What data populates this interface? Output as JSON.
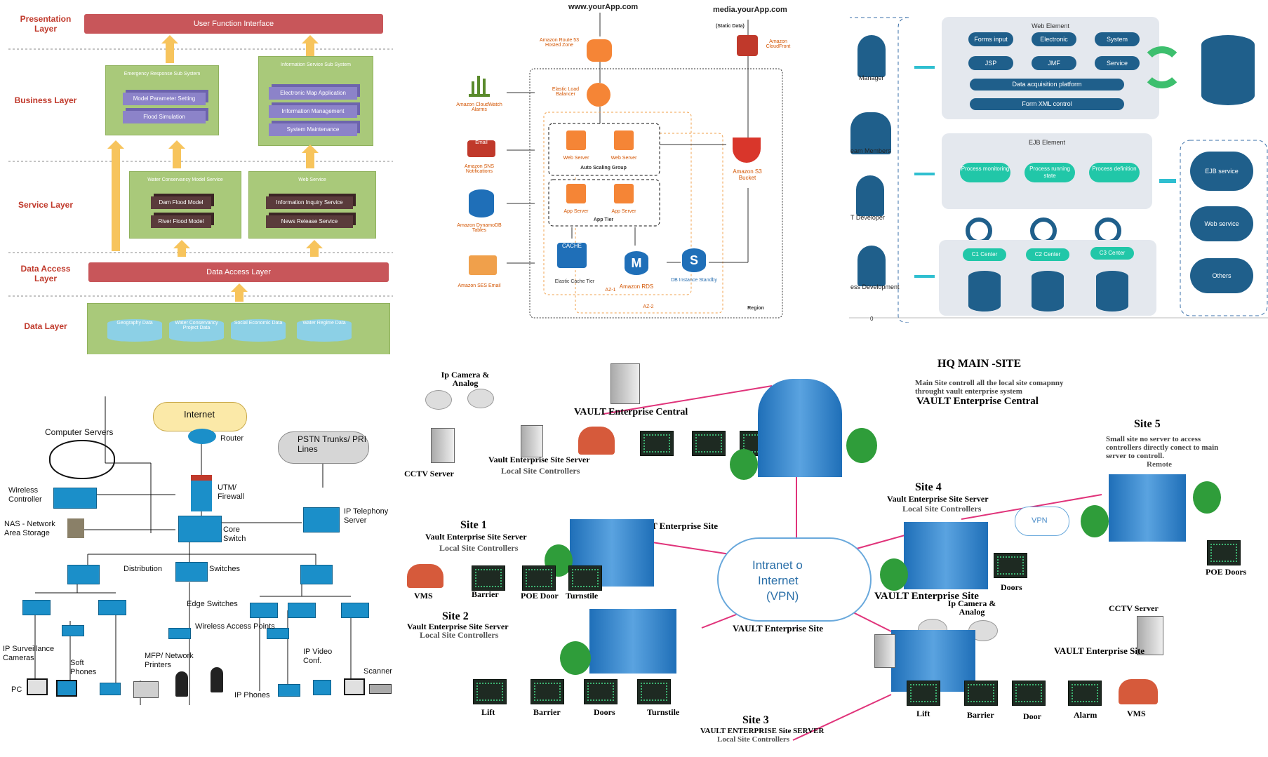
{
  "layered": {
    "layers": [
      "Presentation Layer",
      "Business Layer",
      "Service Layer",
      "Data Access Layer",
      "Data Layer"
    ],
    "ui_bar": "User Function Interface",
    "data_access_bar": "Data Access Layer",
    "emergency": {
      "title": "Emergency Response Sub System",
      "items": [
        "Model Parameter Setting",
        "Flood Simulation"
      ]
    },
    "info_service": {
      "title": "Information Service Sub System",
      "items": [
        "Electronic Map Application",
        "Information Management",
        "System Maintenance"
      ]
    },
    "water_model": {
      "title": "Water Conservancy Model Service",
      "items": [
        "Dam Flood Model",
        "River Flood Model"
      ]
    },
    "web_service": {
      "title": "Web Service",
      "items": [
        "Information Inquiry Service",
        "News Release Service"
      ]
    },
    "data_items": [
      "Geography Data",
      "Water Conservancy Project Data",
      "Social Economic Data",
      "Water Regime Data"
    ]
  },
  "aws": {
    "app_url": "www.yourApp.com",
    "media_url": "media.yourApp.com",
    "static": "(Static Data)",
    "route53": "Amazon Route 53 Hosted Zone",
    "cloudfront": "Amazon CloudFront",
    "elb": "Elastic Load Balancer",
    "web_server": "Web Server",
    "asg": "Auto Scaling Group",
    "app_server": "App Server",
    "app_tier": "App Tier",
    "cache": "CACHE",
    "cache_tier": "Elastic Cache Tier",
    "rds": "Amazon RDS",
    "db_standby": "DB Instance Standby",
    "s3": "Amazon S3 Bucket",
    "az1": "AZ-1",
    "az2": "AZ-2",
    "region": "Region",
    "side": [
      "Amazon CloudWatch Alarms",
      "Amazon SNS Notifications",
      "Amazon DynamoDB Tables",
      "Amazon SES Email"
    ],
    "email": "Email"
  },
  "ejb": {
    "people": [
      "Manager",
      "eam Members",
      "T Developer",
      "ess Development"
    ],
    "web_element": "Web Element",
    "web_pills": [
      "Forms input",
      "Electronic",
      "System",
      "JSP",
      "JMF",
      "Service"
    ],
    "acq": "Data acquisition platform",
    "xml": "Form XML control",
    "ejb_element": "EJB Element",
    "process": [
      "Process monitoring",
      "Process running state",
      "Process definition"
    ],
    "centers": [
      "C1 Center",
      "C2 Center",
      "C3 Center"
    ],
    "services": [
      "EJB service",
      "Web service",
      "Others"
    ],
    "zero": "0"
  },
  "network": {
    "internet": "Internet",
    "computer_servers": "Computer Servers",
    "router": "Router",
    "pstn": "PSTN Trunks/ PRI Lines",
    "wireless": "Wireless Controller",
    "utm": "UTM/ Firewall",
    "nas": "NAS - Network Area Storage",
    "core": "Core Switch",
    "ip_tel": "IP Telephony Server",
    "distribution": "Distribution",
    "switches": "Switches",
    "edge": "Edge Switches",
    "wap": "Wireless Access Points",
    "ip_surv": "IP Surveillance Cameras",
    "soft": "Soft Phones",
    "mfp": "MFP/ Network Printers",
    "ip_video": "IP Video Conf.",
    "scanner": "Scanner",
    "pc": "PC",
    "ip_phones": "IP Phones"
  },
  "vault": {
    "ipcam1": "Ip Camera & Analog",
    "cctv1": "CCTV Server",
    "central": "VAULT Enterprise Central",
    "site_server": "Vault Enterprise Site Server",
    "local_ctrl": "Local Site Controllers",
    "hq_title": "HQ MAIN -SITE",
    "hq_desc1": "Main Site controll all the local site comapnny",
    "hq_desc2": "throught vault enterprise system",
    "hq_central": "VAULT Enterprise Central",
    "site5": "Site 5",
    "site5_desc1": "Small site no server to access",
    "site5_desc2": "controllers directly conect to main",
    "site5_desc3": "server to controll.",
    "remote": "Remote",
    "site4": "Site 4",
    "site4_server": "Vault Enterprise Site Server",
    "site4_local": "Local Site Controllers",
    "vpn": "VPN",
    "poe_doors": "POE Doors",
    "site1": "Site 1",
    "site1_server": "Vault Enterprise Site Server",
    "site1_local": "Local Site Controllers",
    "ves1": "VAULT Enterprise Site",
    "cloud": [
      "Intranet o",
      "Internet",
      "(VPN)"
    ],
    "site1_devices": [
      "VMS",
      "Barrier",
      "POE Door",
      "Turnstile"
    ],
    "doors": "Doors",
    "ves4": "VAULT Enterprise Site",
    "site2": "Site 2",
    "site2_server": "Vault Enterprise Site Server",
    "site2_local": "Local Site Controllers",
    "ves2": "VAULT Enterprise Site",
    "ipcam2": "Ip Camera & Analog",
    "cctv2": "CCTV Server",
    "ves3": "VAULT Enterprise Site",
    "site2_devices": [
      "Lift",
      "Barrier",
      "Doors",
      "Turnstile"
    ],
    "site3_devices": [
      "Lift",
      "Barrier",
      "Door",
      "Alarm",
      "VMS"
    ],
    "site3": "Site 3",
    "site3_server": "VAULT ENTERPRISE Site SERVER",
    "site3_local": "Local Site Controllers"
  }
}
